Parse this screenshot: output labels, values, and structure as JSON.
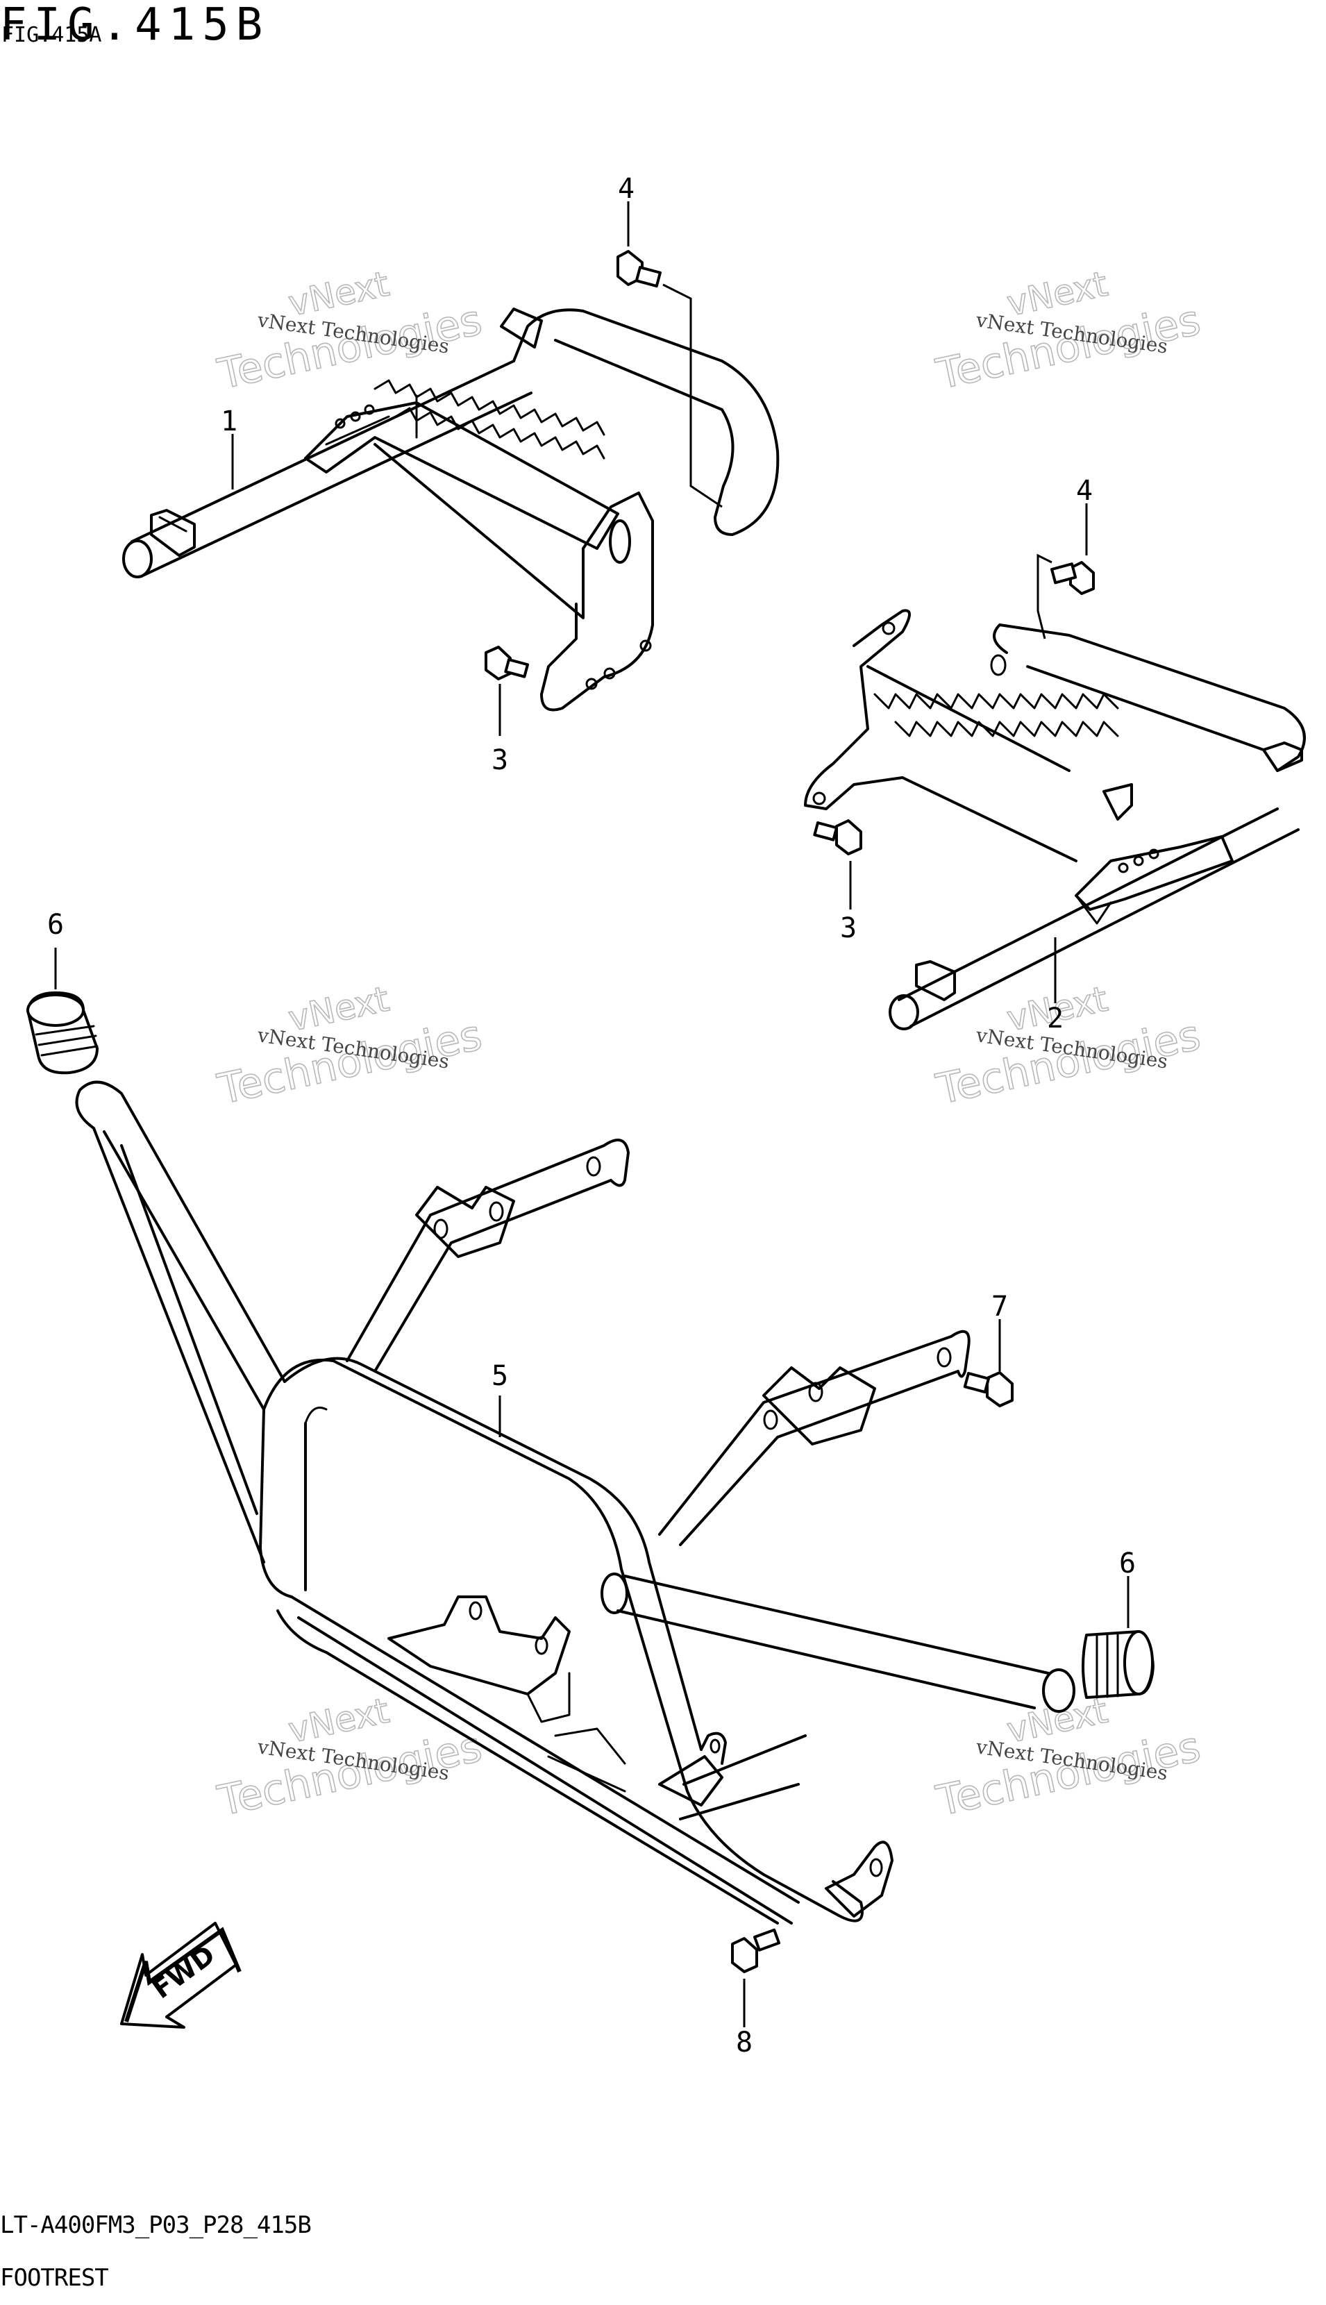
{
  "header": {
    "fig_title": "FIG.415B",
    "fig_subtitle": "FIG.415A"
  },
  "footer": {
    "model_code": "LT-A400FM3_P03_P28_415B",
    "section_name": "FOOTREST"
  },
  "callouts": {
    "c1": "1",
    "c2": "2",
    "c3a": "3",
    "c3b": "3",
    "c4a": "4",
    "c4b": "4",
    "c5": "5",
    "c6a": "6",
    "c6b": "6",
    "c7": "7",
    "c8": "8"
  },
  "direction_marker": {
    "label": "FWD"
  },
  "watermark": {
    "line1": "vNext",
    "line2": "Technologies",
    "small": "vNext Technologies"
  }
}
